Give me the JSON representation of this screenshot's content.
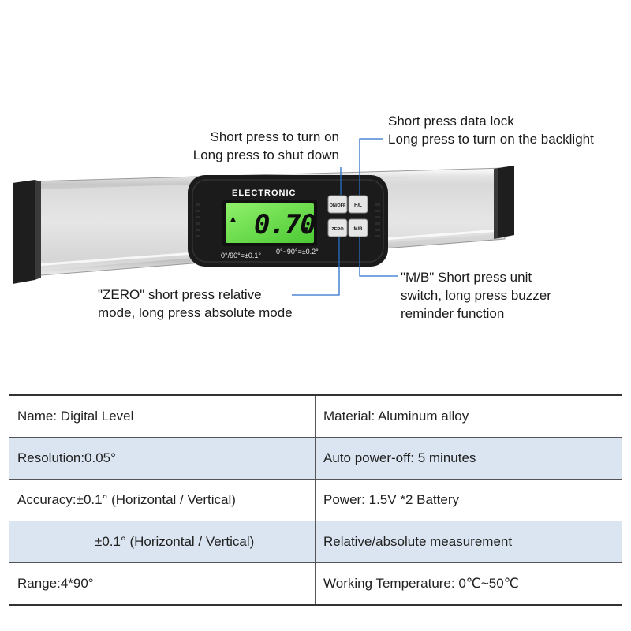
{
  "device": {
    "brand_label": "ELECTRONIC",
    "display_reading": "0.70",
    "display_left_arrow": "▲",
    "display_right_arrow": "▼",
    "tolerance_left": "0°/90°=±0.1°",
    "tolerance_right": "0°~90°=±0.2°",
    "buttons": {
      "on_off": "ON/OFF",
      "hold": "H/L",
      "zero": "ZERO",
      "mode": "M/B"
    },
    "colors": {
      "lcd_green": "#6fe04a",
      "body_black": "#1b1b1b",
      "rail_silver": "#d9d9d9",
      "callout_line": "#2a6fc9"
    }
  },
  "callouts": {
    "power": [
      "Short press to turn on",
      "Long press to shut down"
    ],
    "hold": [
      "Short press data lock",
      "Long press to turn on the backlight"
    ],
    "zero": [
      "\"ZERO\" short press relative",
      "mode, long press absolute mode"
    ],
    "mode": [
      "\"M/B\" Short press unit",
      "switch, long press buzzer",
      "reminder function"
    ]
  },
  "specs": [
    [
      "Name: Digital Level",
      "Material: Aluminum alloy"
    ],
    [
      "Resolution:0.05°",
      "Auto power-off: 5 minutes"
    ],
    [
      "Accuracy:±0.1°  (Horizontal / Vertical)",
      "Power: 1.5V *2 Battery"
    ],
    [
      "±0.1°  (Horizontal / Vertical)",
      "Relative/absolute measurement"
    ],
    [
      "Range:4*90°",
      "Working Temperature: 0℃~50℃"
    ]
  ]
}
